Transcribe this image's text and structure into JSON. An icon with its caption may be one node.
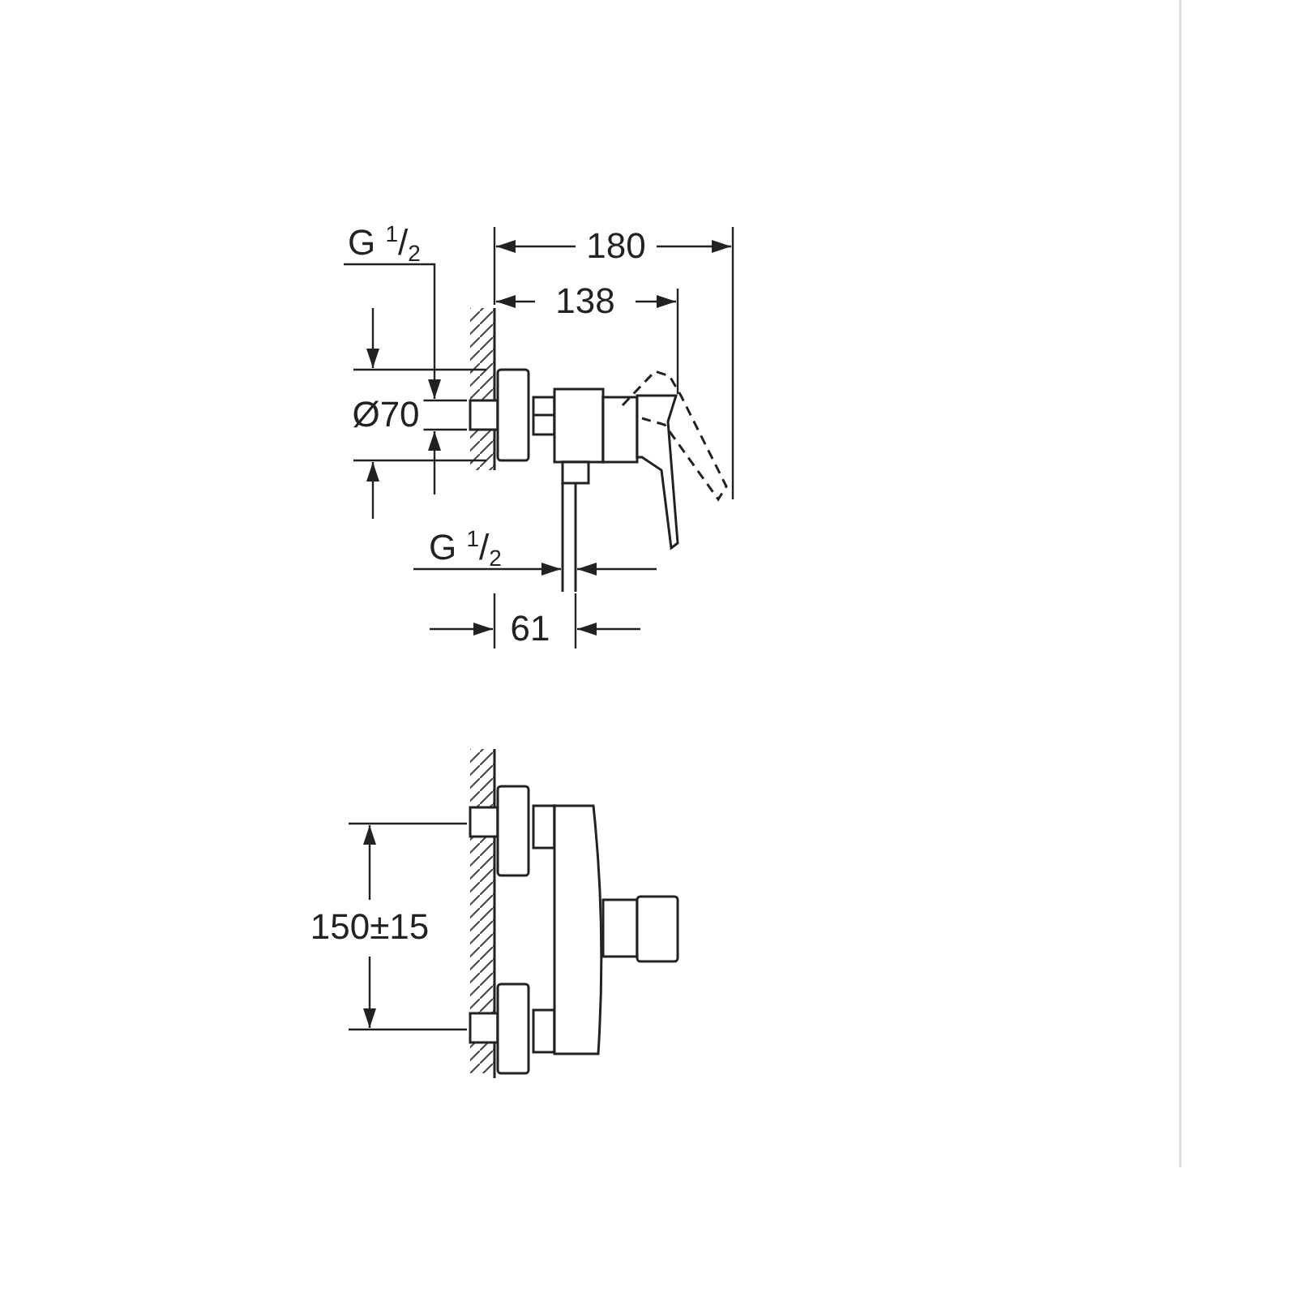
{
  "diagram": {
    "labels": [
      "G $^{1}$/$_{2}$",
      "180",
      "138",
      "Ø70",
      "G $^{1}$/$_{2}$",
      "61",
      "150±15"
    ]
  }
}
